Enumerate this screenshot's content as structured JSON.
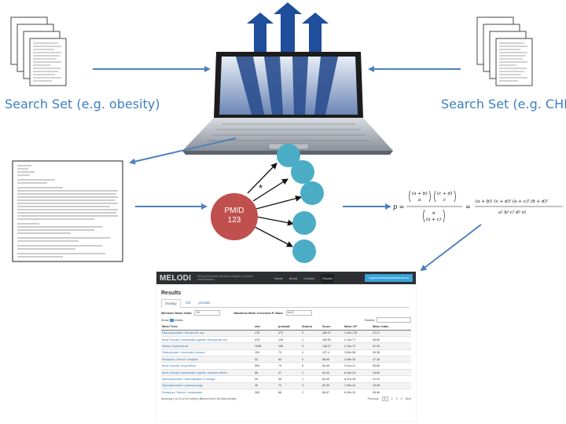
{
  "captions": {
    "left": "Search Set (e.g. obesity)",
    "right": "Search Set (e.g. CHD)"
  },
  "pmid_node": {
    "line1": "PMID",
    "line2": "123"
  },
  "asterisk": "*",
  "formula": {
    "p": "p =",
    "a_plus_b": "(a + b)",
    "a": "a",
    "c_plus_d": "(c + d)",
    "c": "c",
    "n": "n",
    "a_plus_c": "(a + c)",
    "eq": "=",
    "numerator": "(a + b)! (c + d)! (a + c)! (b + d)!",
    "denominator": "a!  b!  c!  d!  n!"
  },
  "app": {
    "brand": "MELODI",
    "tagline": "Mining Enriched Literature Objects to Derive Intermediates",
    "nav": [
      "Home",
      "About",
      "Contact",
      "Results"
    ],
    "login": "Logout ebenabed@bristol.ac.uk",
    "heading": "Results",
    "tabs": [
      "Overlap",
      "chd",
      "prostate"
    ],
    "filter_odds_label": "Minimum Mean Odds:",
    "filter_odds_value": "10",
    "filter_p_label": "Maximum Mean Corrected P-Value:",
    "filter_p_value": "1e-5",
    "show_label": "Show",
    "entries_label": "entries",
    "search_label": "Search:",
    "columns": [
      "Mesh Term",
      "chd",
      "prostate",
      "Shared",
      "Score",
      "Mean CP",
      "Mean Odds"
    ],
    "rows": [
      [
        "Diphosphonates / therapeutic use",
        "176",
        "272",
        "3",
        "289.47",
        "1.32e-175",
        "22.27"
      ],
      [
        "Bone Density Conservation Agents / therapeutic use",
        "478",
        "139",
        "1",
        "183.81",
        "2.13e-77",
        "45.80"
      ],
      [
        "Dietary Supplements",
        "1038",
        "138",
        "5",
        "146.27",
        "2.13e-17",
        "22.39"
      ],
      [
        "Osteoporosis / chemically induced",
        "194",
        "73",
        "4",
        "127.4",
        "2.83e-55",
        "39.38"
      ],
      [
        "Receptors, Steroid / analysis",
        "32",
        "84",
        "0",
        "96.89",
        "3.99e-32",
        "27.28"
      ],
      [
        "Bone Density / drug effects",
        "590",
        "75",
        "5",
        "84.45",
        "3.01e-21",
        "35.89"
      ],
      [
        "Bone Density Conservation Agents / adverse effects",
        "88",
        "47",
        "1",
        "84.44",
        "6.24e-24",
        "15.55"
      ],
      [
        "Diphosphonates / administration & dosage",
        "95",
        "46",
        "1",
        "83.45",
        "8.37e-28",
        "21.22"
      ],
      [
        "Diphosphonates / pharmacology",
        "46",
        "72",
        "3",
        "82.35",
        "1.32e-41",
        "15.08"
      ],
      [
        "Receptors, Steroid / metabolism",
        "280",
        "88",
        "2",
        "80.67",
        "6.43e-32",
        "26.46"
      ]
    ],
    "footer_info": "Showing 1 to 10 of 40 entries (filtered from 138 total entries)",
    "pager": [
      "Previous",
      "1",
      "2",
      "3",
      "4",
      "Next"
    ]
  },
  "colors": {
    "arrow": "#4f81bd",
    "pmid_node": "#c0504d",
    "leaf_node": "#4bacc6",
    "laptop_arrow": "#1f4e9c",
    "caption": "#3d7fc1"
  }
}
